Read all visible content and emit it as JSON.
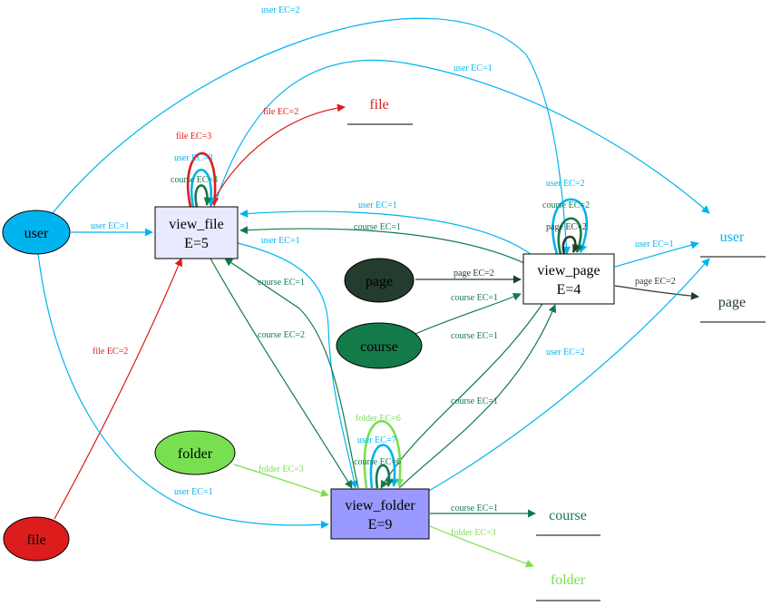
{
  "colors": {
    "user": "#00b4f0",
    "file": "#dd1c1c",
    "page": "#243c2e",
    "course": "#137a4a",
    "folder": "#78e050",
    "view_file_fill": "#e8eaff",
    "view_folder_fill": "#9999ff",
    "view_page_fill": "#ffffff",
    "black": "#000000"
  },
  "nodes": {
    "user_src": "user",
    "file_src": "file",
    "page_src": "page",
    "course_src": "course",
    "folder_src": "folder",
    "view_file": {
      "name": "view_file",
      "energy": "E=5"
    },
    "view_page": {
      "name": "view_page",
      "energy": "E=4"
    },
    "view_folder": {
      "name": "view_folder",
      "energy": "E=9"
    },
    "file_out": "file",
    "user_out": "user",
    "page_out": "page",
    "course_out": "course",
    "folder_out": "folder"
  },
  "edges": {
    "user_to_view_page": "user EC=2",
    "view_file_to_user_out": "user EC=1",
    "view_file_to_file_out": "file EC=2",
    "view_file_loop_file": "file EC=3",
    "view_file_loop_user": "user EC=3",
    "view_file_loop_course": "course EC=3",
    "user_to_view_file": "user EC=1",
    "view_page_to_view_file_user": "user EC=1",
    "view_page_to_view_file_course": "course EC=1",
    "view_file_to_view_folder_user": "user EC=1",
    "view_folder_to_view_file_course": "course EC=1",
    "view_file_to_view_folder_course": "course EC=2",
    "view_page_loop_user": "user EC=2",
    "view_page_loop_course": "course EC=2",
    "view_page_loop_page": "page EC=2",
    "page_to_view_page": "page EC=2",
    "course_to_view_page": "course EC=1",
    "view_page_to_user_out": "user EC=1",
    "view_page_to_page_out": "page EC=2",
    "view_page_to_view_folder_course": "course EC=1",
    "view_folder_to_view_page_course": "course EC=1",
    "view_folder_to_user_out": "user EC=2",
    "file_to_view_file": "file EC=2",
    "view_folder_loop_folder": "folder EC=6",
    "view_folder_loop_user": "user EC=7",
    "view_folder_loop_course": "course EC=6",
    "folder_to_view_folder": "folder EC=3",
    "user_to_view_folder": "user EC=1",
    "view_folder_to_course_out": "course EC=1",
    "view_folder_to_folder_out": "folder EC=3"
  }
}
